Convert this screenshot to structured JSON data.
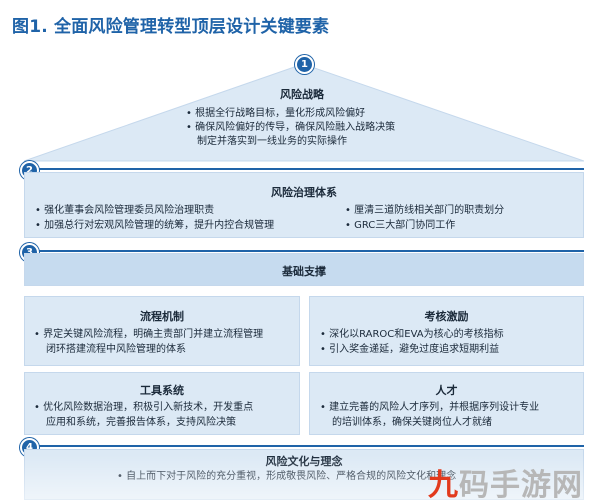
{
  "title": "图1. 全面风险管理转型顶层设计关键要素",
  "steps": [
    "1",
    "2",
    "3",
    "4"
  ],
  "strategy": {
    "title": "风险战略",
    "bullets": [
      "• 根据全行战略目标，量化形成风险偏好",
      "• 确保风险偏好的传导，确保风险融入战略决策",
      "制定并落实到一线业务的实际操作"
    ]
  },
  "governance": {
    "title": "风险治理体系",
    "left_bullets": [
      "• 强化董事会风险管理委员风险治理职责",
      "• 加强总行对宏观风险管理的统筹，提升内控合规管理"
    ],
    "right_bullets": [
      "• 厘清三道防线相关部门的职责划分",
      "• GRC三大部门协同工作"
    ]
  },
  "foundation": {
    "title": "基础支撑"
  },
  "process": {
    "title": "流程机制",
    "bullets": [
      "• 界定关键风险流程，明确主责部门并建立流程管理",
      "闭环搭建流程中风险管理的体系"
    ]
  },
  "incentive": {
    "title": "考核激励",
    "bullets": [
      "• 深化以RAROC和EVA为核心的考核指标",
      "• 引入奖金递延，避免过度追求短期利益"
    ]
  },
  "tools": {
    "title": "工具系统",
    "bullets": [
      "• 优化风险数据治理，积极引入新技术，开发重点",
      "应用和系统，完善报告体系，支持风险决策"
    ]
  },
  "talent": {
    "title": "人才",
    "bullets": [
      "• 建立完善的风险人才序列，并根据序列设计专业",
      "的培训体系，确保关键岗位人才就绪"
    ]
  },
  "culture": {
    "title": "风险文化与理念",
    "bullets": [
      "• 自上而下对于风险的充分重视，形成敬畏风险、严格合规的风险文化和理念"
    ]
  },
  "watermark": {
    "part1": "九",
    "part2": "码手游网"
  },
  "colors": {
    "accent": "#1f63a8",
    "panel_light": "#dce9f5",
    "panel_dark": "#c6dbef",
    "text": "#1b2a3a"
  }
}
